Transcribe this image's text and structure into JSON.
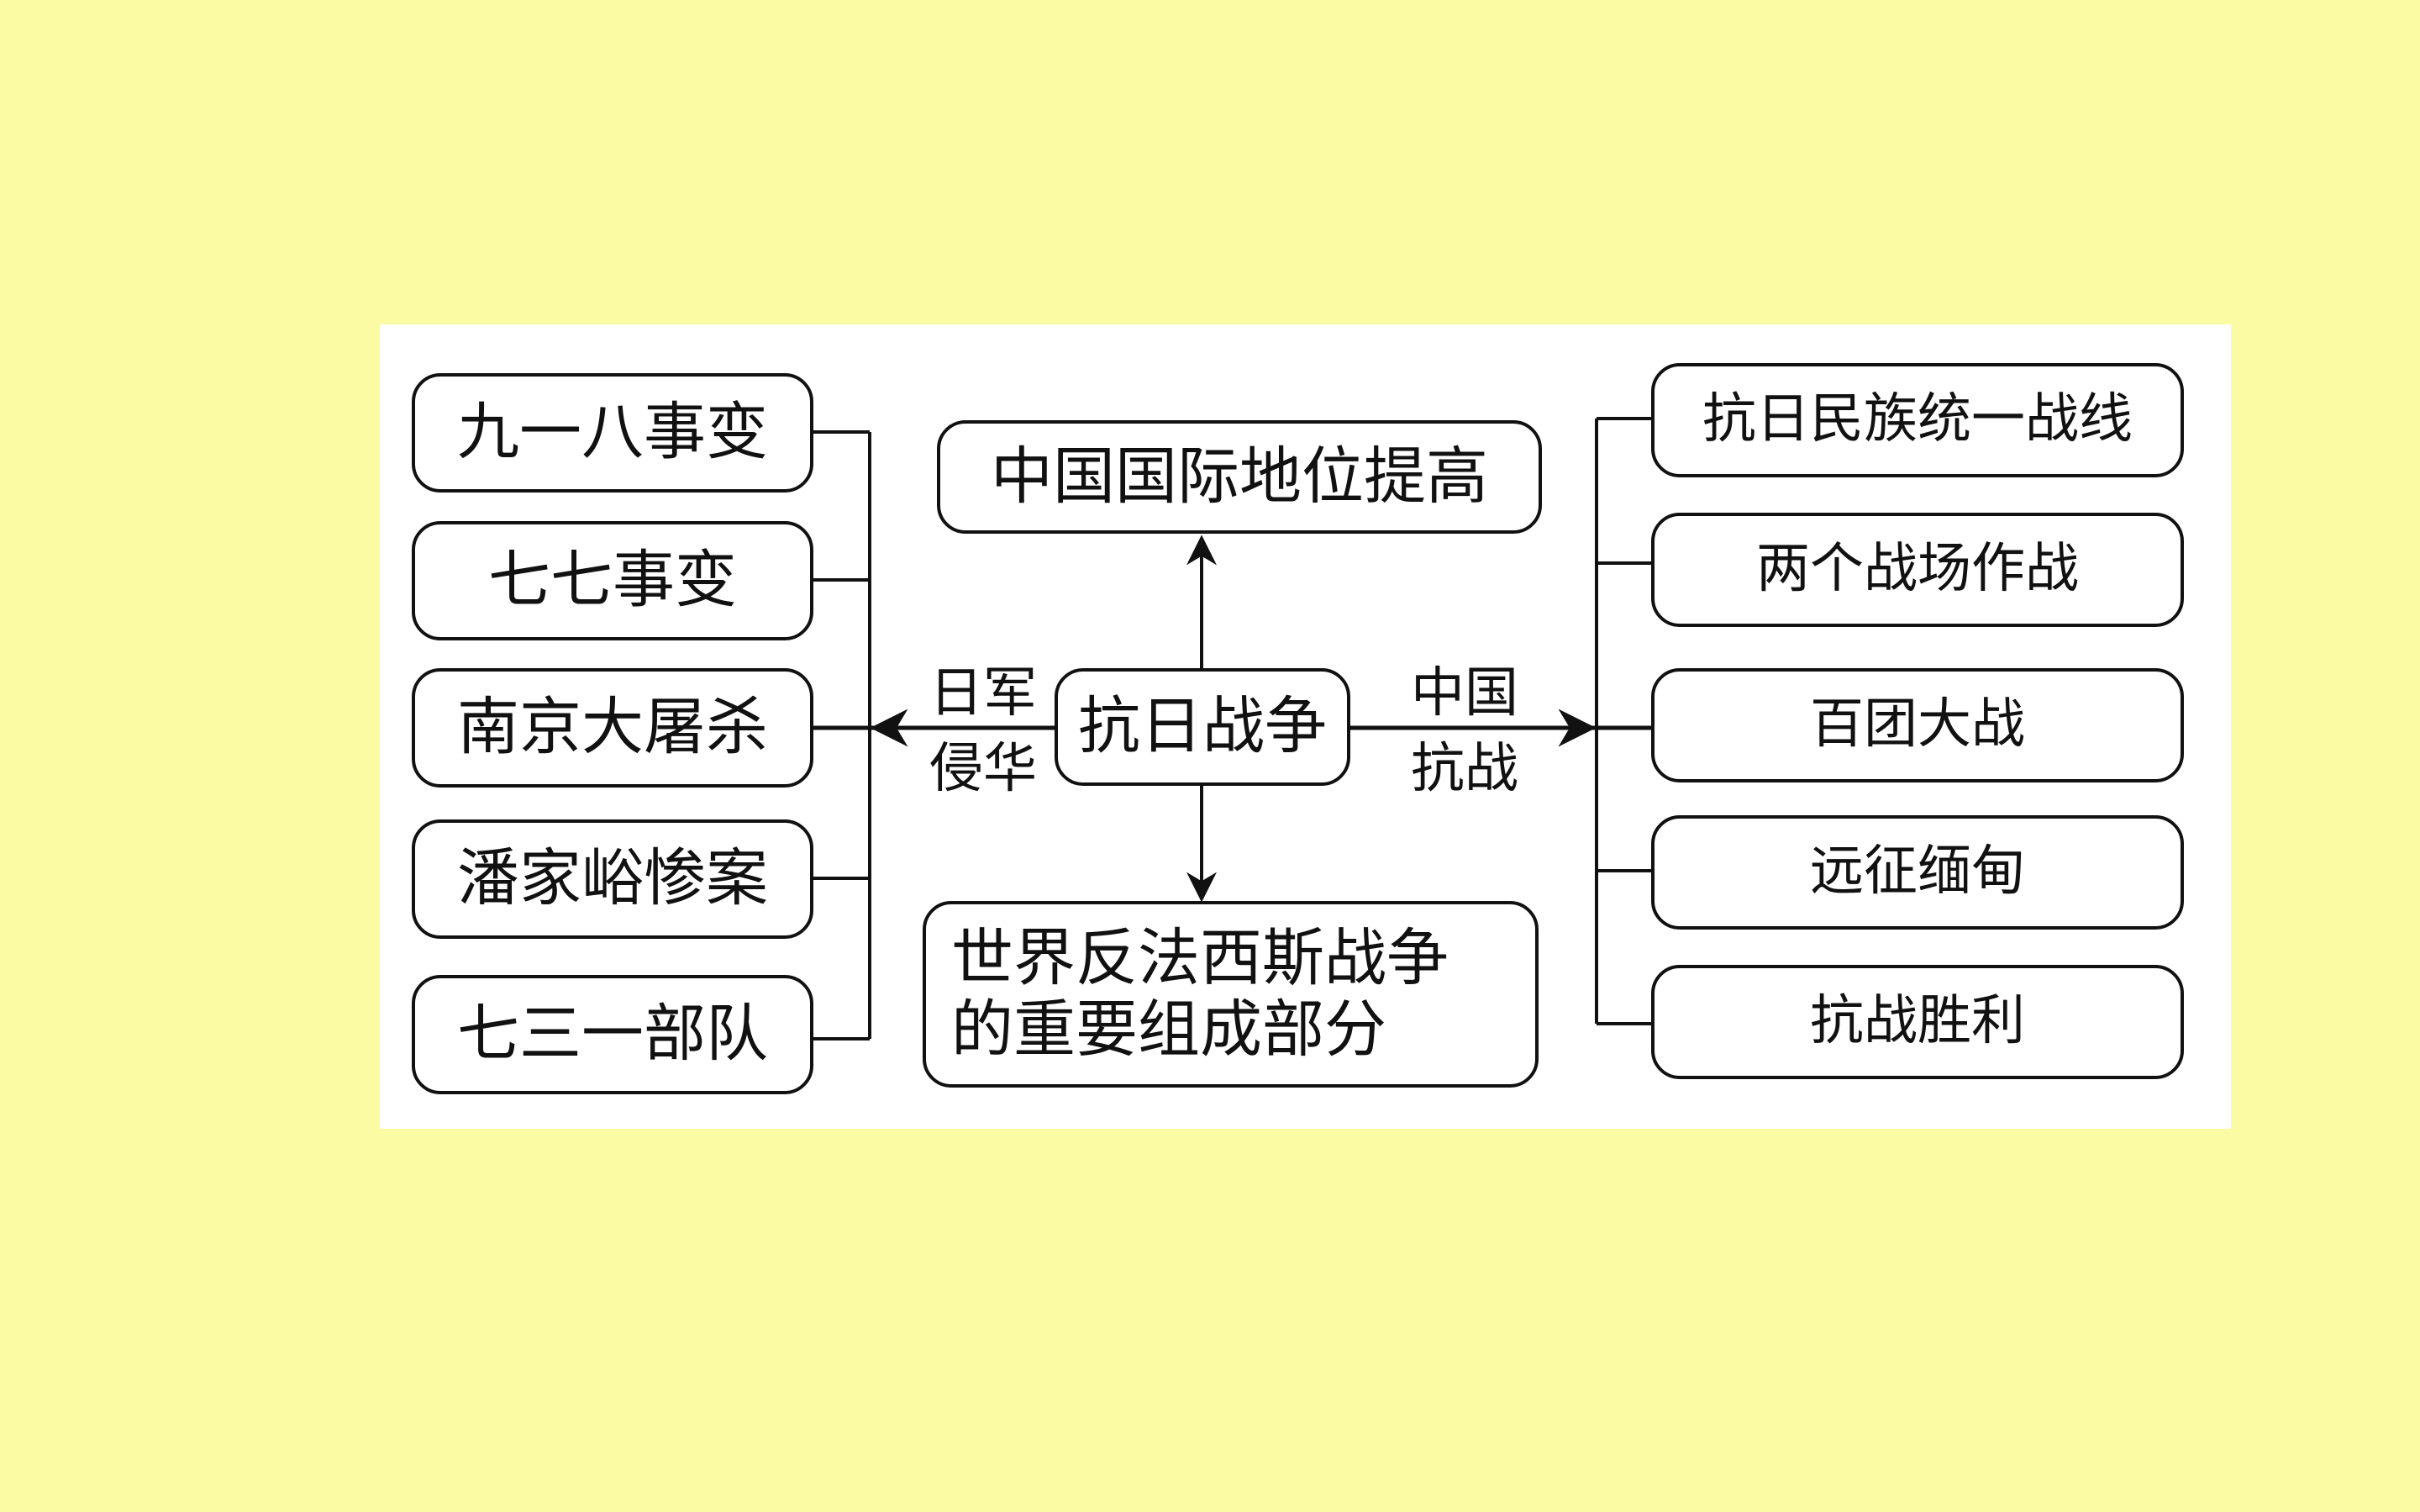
{
  "center": "抗日战争",
  "top_box": "中国国际地位提高",
  "bottom_box": {
    "line1": "世界反法西斯战争",
    "line2": "的重要组成部分"
  },
  "left_label": {
    "line1": "日军",
    "line2": "侵华"
  },
  "right_label": {
    "line1": "中国",
    "line2": "抗战"
  },
  "left_items": [
    "九一八事变",
    "七七事变",
    "南京大屠杀",
    "潘家峪惨案",
    "七三一部队"
  ],
  "right_items": [
    "抗日民族统一战线",
    "两个战场作战",
    "百团大战",
    "远征缅甸",
    "抗战胜利"
  ]
}
